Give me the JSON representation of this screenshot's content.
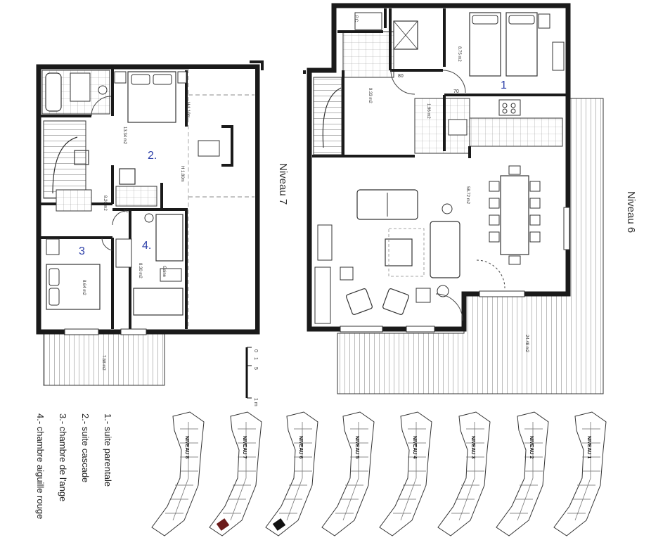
{
  "levels": {
    "level7_title": "Niveau 7",
    "level6_title": "Niveau 6"
  },
  "rooms": {
    "r1": "1",
    "r2": "2.",
    "r3": "3",
    "r4": "4."
  },
  "areas": {
    "a_n6_living": "58.72 m2",
    "a_n6_bed1": "8.75 m2",
    "a_n6_stair": "9.33 m2",
    "a_n6_terrace": "24.48 m2",
    "a_n6_shower": "1.96 m2",
    "a_n7_bed2": "13.34 m2",
    "a_n7_bed3": "8.64 m2",
    "a_n7_bed4": "8.30 m2",
    "a_n7_hall": "8.20 m2",
    "a_n7_balcony": "7.58 m2"
  },
  "small_labels": {
    "door_70": "70",
    "door_80": "80",
    "ceiling_h1": "H 1.10m",
    "ceiling_h2": "H 1.80m",
    "gaine": "Gaine",
    "placard": "P.C."
  },
  "scale": {
    "zero": "0",
    "one": "1",
    "five": "5",
    "ten": "1 m"
  },
  "legend": [
    "1.- suite parentale",
    "2.- suite cascade",
    "3.- chambre de l'ange",
    "4.- chambre aiguille rouge"
  ],
  "building_levels": [
    "NIVEAU 8",
    "NIVEAU 7",
    "NIVEAU 6",
    "NIVEAU 5",
    "NIVEAU 4",
    "NIVEAU 3",
    "NIVEAU 2",
    "NIVEAU 1"
  ],
  "colors": {
    "wall": "#1a1a1a",
    "room_number": "#2c3fa8",
    "highlight_n7": "#6b1a1a",
    "highlight_n6": "#111111"
  }
}
